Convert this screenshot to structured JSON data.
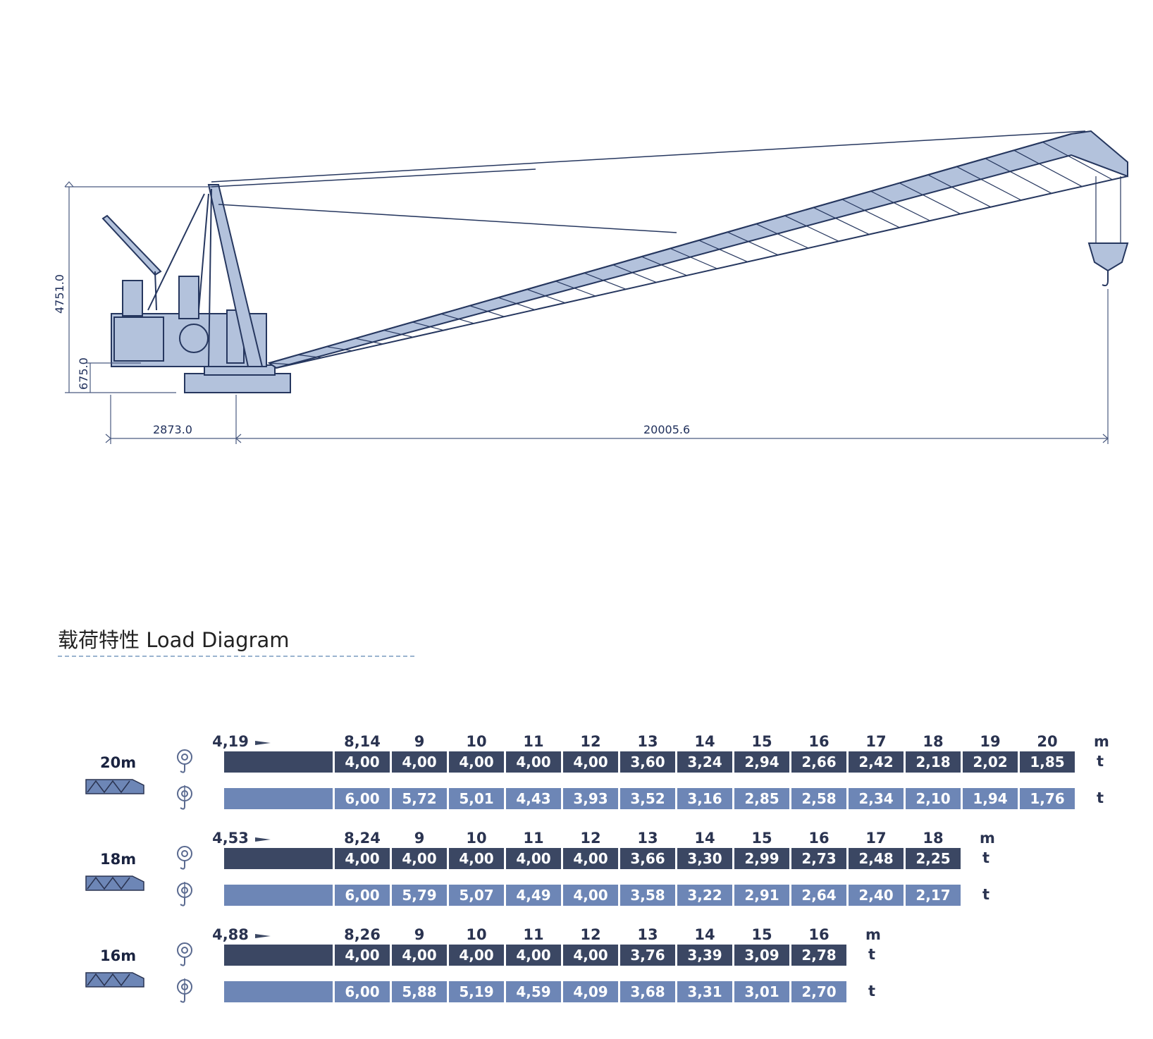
{
  "drawing": {
    "dimensions": {
      "height_total": "4751.0",
      "height_base": "675.0",
      "width_rear": "2873.0",
      "width_boom": "20005.6"
    }
  },
  "section": {
    "title": "载荷特性 Load Diagram"
  },
  "colors": {
    "single_fall_row": "#3b4763",
    "double_fall_row": "#6d86b6",
    "line_art": "#26375f",
    "fill": "#b3c2dc"
  },
  "icons": {
    "single_fall": "hook-single-icon",
    "double_fall": "hook-double-icon",
    "boom": "boom-lattice-icon",
    "arrow": "arrow-right-icon"
  },
  "load_chart": {
    "radius_unit": "m",
    "load_unit": "t",
    "booms": [
      {
        "label": "20m",
        "min_radius": "4,19",
        "radii": [
          "8,14",
          "9",
          "10",
          "11",
          "12",
          "13",
          "14",
          "15",
          "16",
          "17",
          "18",
          "19",
          "20"
        ],
        "single_fall": [
          "4,00",
          "4,00",
          "4,00",
          "4,00",
          "4,00",
          "3,60",
          "3,24",
          "2,94",
          "2,66",
          "2,42",
          "2,18",
          "2,02",
          "1,85"
        ],
        "double_fall": [
          "6,00",
          "5,72",
          "5,01",
          "4,43",
          "3,93",
          "3,52",
          "3,16",
          "2,85",
          "2,58",
          "2,34",
          "2,10",
          "1,94",
          "1,76"
        ]
      },
      {
        "label": "18m",
        "min_radius": "4,53",
        "radii": [
          "8,24",
          "9",
          "10",
          "11",
          "12",
          "13",
          "14",
          "15",
          "16",
          "17",
          "18"
        ],
        "single_fall": [
          "4,00",
          "4,00",
          "4,00",
          "4,00",
          "4,00",
          "3,66",
          "3,30",
          "2,99",
          "2,73",
          "2,48",
          "2,25"
        ],
        "double_fall": [
          "6,00",
          "5,79",
          "5,07",
          "4,49",
          "4,00",
          "3,58",
          "3,22",
          "2,91",
          "2,64",
          "2,40",
          "2,17"
        ]
      },
      {
        "label": "16m",
        "min_radius": "4,88",
        "radii": [
          "8,26",
          "9",
          "10",
          "11",
          "12",
          "13",
          "14",
          "15",
          "16"
        ],
        "single_fall": [
          "4,00",
          "4,00",
          "4,00",
          "4,00",
          "4,00",
          "3,76",
          "3,39",
          "3,09",
          "2,78"
        ],
        "double_fall": [
          "6,00",
          "5,88",
          "5,19",
          "4,59",
          "4,09",
          "3,68",
          "3,31",
          "3,01",
          "2,70"
        ]
      }
    ]
  }
}
